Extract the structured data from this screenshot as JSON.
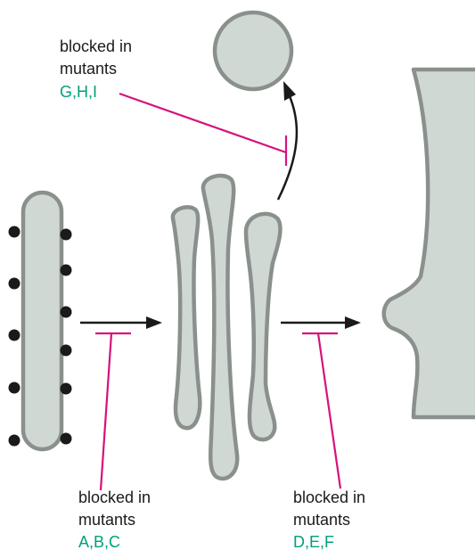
{
  "labels": {
    "top": {
      "line1": "blocked in",
      "line2": "mutants",
      "mutants": "G,H,I"
    },
    "left": {
      "line1": "blocked in",
      "line2": "mutants",
      "mutants": "A,B,C"
    },
    "right": {
      "line1": "blocked in",
      "line2": "mutants",
      "mutants": "D,E,F"
    }
  },
  "colors": {
    "membrane_fill": "#d0d8d3",
    "membrane_outline": "#8a908c",
    "block_line": "#d6127c",
    "mutant_text": "#00a07a",
    "arrow": "#1a1a1a"
  }
}
